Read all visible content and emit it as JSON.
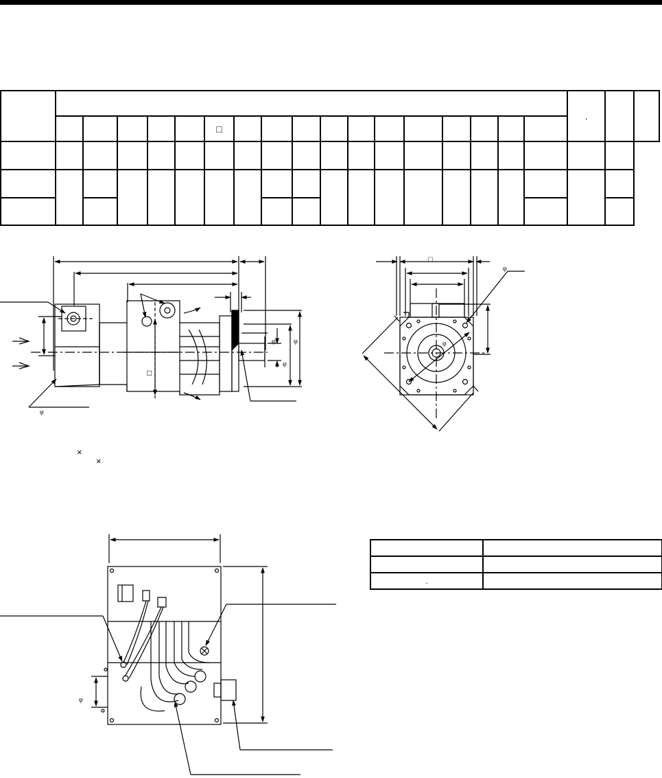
{
  "spec_table": {
    "header_glyphs": {
      "square": "□",
      "dot": "."
    }
  },
  "side_view": {
    "glyphs": {
      "phi_bottom": "φ",
      "phi_a": "φ",
      "phi_b": "φ",
      "phi_c": "φ",
      "square": "□"
    }
  },
  "front_view": {
    "glyphs": {
      "square_top": "□",
      "phi_top": "φ",
      "phi_center": "φ"
    }
  },
  "notes": {
    "times_1": "×",
    "times_2": "×"
  },
  "terminal_box": {
    "glyphs": {
      "phi": "φ"
    }
  },
  "legend_table": {
    "dot": "."
  },
  "colors": {
    "line": "#000000",
    "background": "#ffffff"
  }
}
